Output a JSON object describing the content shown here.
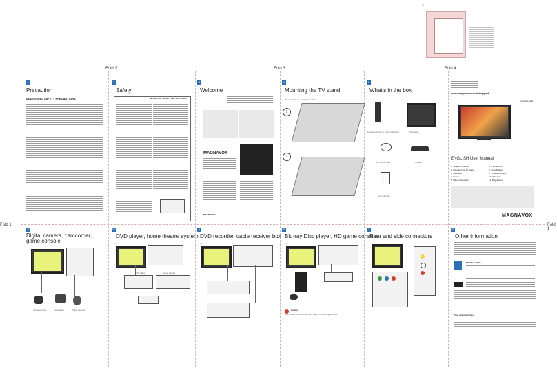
{
  "folds": {
    "top_a": "Fold 2",
    "top_b": "Fold 3",
    "top_c": "Fold 4",
    "left": "Fold 1",
    "right": "Fold 1"
  },
  "panels": [
    {
      "num": "1",
      "title": "Precaution"
    },
    {
      "num": "2",
      "title": "Safety"
    },
    {
      "num": "3",
      "title": "Welcome"
    },
    {
      "num": "4",
      "title": "Mounting the TV stand"
    },
    {
      "num": "5",
      "title": "What's in the box"
    },
    {
      "num": "11",
      "title": "Digital camera, camcorder, game console"
    },
    {
      "num": "10",
      "title": "DVD player, home theatre system"
    },
    {
      "num": "9",
      "title": "DVD recorder, cable receiver box"
    },
    {
      "num": "8",
      "title": "Blu-ray Disc player, HD game console"
    },
    {
      "num": "7",
      "title": "Rear and side connectors"
    },
    {
      "num": "6",
      "title": "Other information"
    }
  ],
  "precaution": {
    "heading": "ADDITIONAL SAFETY PRECAUTIONS"
  },
  "safety": {
    "heading": "IMPORTANT SAFETY INSTRUCTIONS"
  },
  "welcome": {
    "brand": "MAGNAVOX"
  },
  "mounting": {
    "instruction": "Place the TV on a soft, flat surface.",
    "steps": [
      "1",
      "2"
    ]
  },
  "box": {
    "model": "19MF338B",
    "url": "www.magnavox.com/support",
    "manual_title": "ENGLISH  User Manual",
    "items": [
      "Remote control(+1 x AA4 batteries)",
      "Television",
      "AC Power cord",
      "TV stand",
      "User Manual"
    ],
    "toc": [
      {
        "n": "1",
        "t": "What's in the box"
      },
      {
        "n": "2",
        "t": "Mounting the TV stand"
      },
      {
        "n": "3",
        "t": "Welcome"
      },
      {
        "n": "4",
        "t": "Safety"
      },
      {
        "n": "5",
        "t": "Other information"
      },
      {
        "n": "6-7",
        "t": "Broadcast"
      },
      {
        "n": "8",
        "t": "Specification"
      },
      {
        "n": "9",
        "t": "Troubleshooting"
      },
      {
        "n": "10",
        "t": "Warranty"
      },
      {
        "n": "11",
        "t": "Regulations"
      }
    ],
    "brand": "MAGNAVOX"
  },
  "devices": {
    "camera": [
      "Game console",
      "Camcorder",
      "Digital camera"
    ],
    "dvd": [
      "DVD player",
      "Home theatre"
    ],
    "labels": {
      "tv": "TV"
    }
  },
  "other": {
    "energy_star": "ENERGY STAR",
    "pixel": "Pixel characteristics"
  },
  "caution": {
    "title": "Caution",
    "text": "Disconnect the AC power cord before connecting devices."
  },
  "colors": {
    "accent": "#2b6fb5",
    "screen": "#e9f27a",
    "fold_line": "#d8b0b0"
  }
}
